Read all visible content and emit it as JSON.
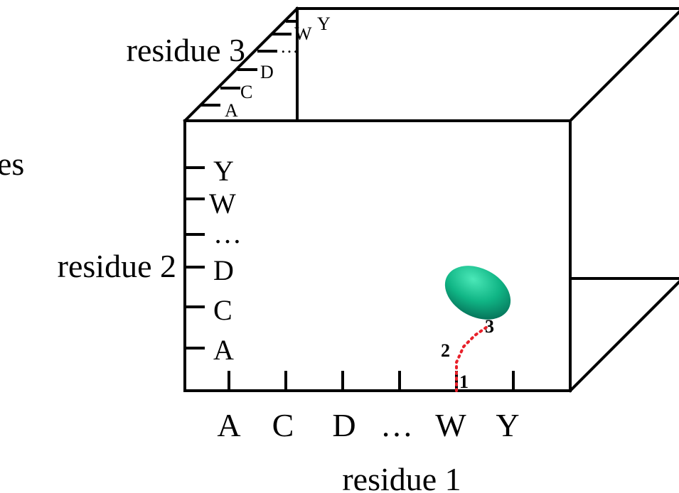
{
  "labels": {
    "left_partial": "es",
    "axis_x": "residue 1",
    "axis_y": "residue 2",
    "axis_z": "residue 3"
  },
  "x_ticks": [
    "A",
    "C",
    "D",
    "…",
    "W",
    "Y"
  ],
  "y_ticks": [
    "A",
    "C",
    "D",
    "…",
    "W",
    "Y"
  ],
  "z_ticks": [
    "A",
    "C",
    "D",
    "…",
    "W",
    "Y"
  ],
  "path_labels": [
    "1",
    "2",
    "3"
  ],
  "colors": {
    "path": "#e8202a",
    "blob_light": "#3fe0b0",
    "blob_mid": "#0fb585",
    "blob_dark": "#067a5a"
  }
}
